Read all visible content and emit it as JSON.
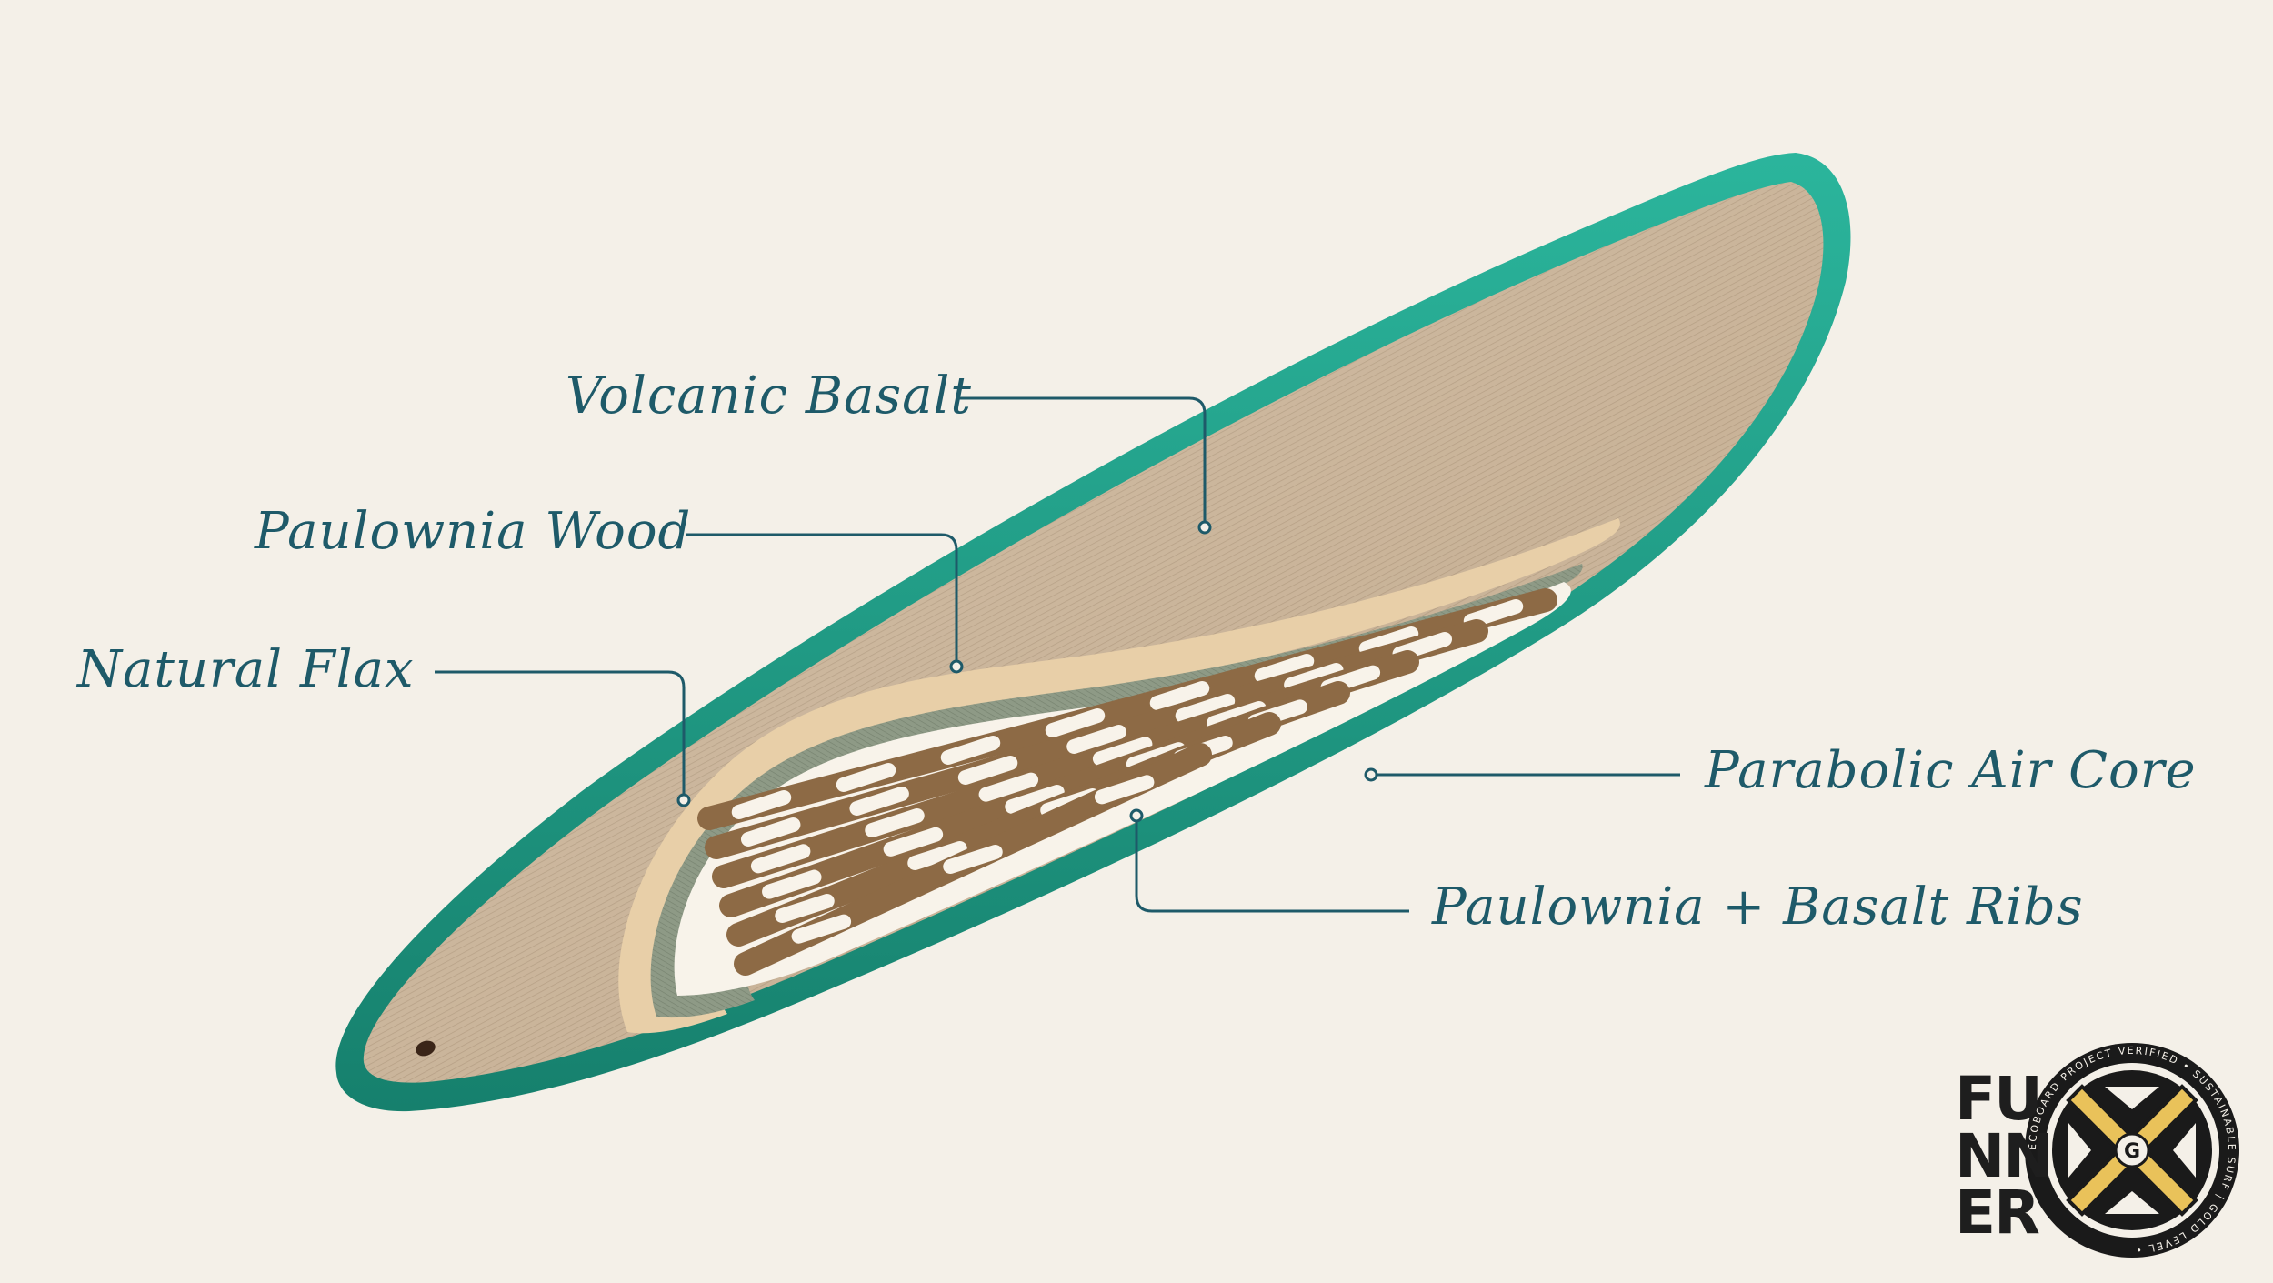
{
  "labels": {
    "volcanic_basalt": "Volcanic Basalt",
    "paulownia_wood": "Paulownia Wood",
    "natural_flax": "Natural Flax",
    "parabolic_air_core": "Parabolic Air Core",
    "paulownia_basalt_ribs": "Paulownia + Basalt Ribs"
  },
  "brand": {
    "line1": "FU",
    "line2": "NN",
    "line3": "ER"
  },
  "badge": {
    "center_letter": "G",
    "ring_text": "ECOBOARD PROJECT VERIFIED • SUSTAINABLE SURF | GOLD LEVEL •"
  },
  "colors": {
    "background": "#f4f0e8",
    "label_text": "#1e5a69",
    "leader_line": "#1e5a69",
    "rail": "#23a08a",
    "deck": "#cbb59a",
    "veneer": "#e8cfa8",
    "flax": "#8e9a86",
    "ribs": "#8d6a45",
    "badge_gold": "#e9c25a"
  }
}
